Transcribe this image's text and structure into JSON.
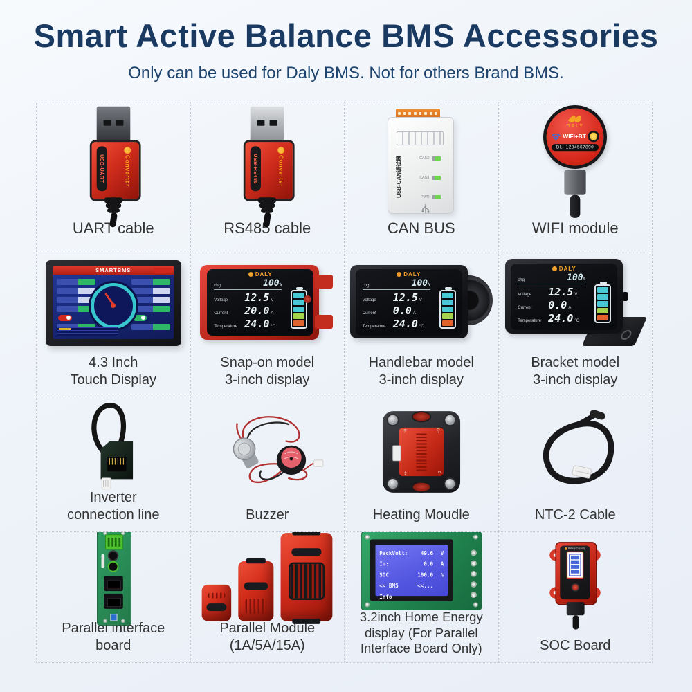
{
  "page": {
    "title": "Smart Active Balance BMS Accessories",
    "subtitle": "Only can be used for Daly BMS. Not for others Brand BMS."
  },
  "colors": {
    "title_navy": "#1a3a62",
    "daly_red": "#d32619",
    "accent_orange": "#f2a12c",
    "led_green": "#6fd44e",
    "lcd_blue": "#5356e0",
    "gauge_teal": "#37c6cd"
  },
  "items": [
    {
      "caption": [
        "UART cable"
      ]
    },
    {
      "caption": [
        "RS485 cable"
      ]
    },
    {
      "caption": [
        "CAN BUS"
      ]
    },
    {
      "caption": [
        "WIFI module"
      ]
    },
    {
      "caption": [
        "4.3 Inch",
        "Touch Display"
      ]
    },
    {
      "caption": [
        "Snap-on model",
        "3-inch display"
      ]
    },
    {
      "caption": [
        "Handlebar model",
        "3-inch display"
      ]
    },
    {
      "caption": [
        "Bracket model",
        "3-inch display"
      ]
    },
    {
      "caption": [
        "Inverter",
        "connection line"
      ]
    },
    {
      "caption": [
        "Buzzer"
      ]
    },
    {
      "caption": [
        "Heating Moudle"
      ]
    },
    {
      "caption": [
        "NTC-2 Cable"
      ]
    },
    {
      "caption": [
        "Parallel interface",
        "board"
      ]
    },
    {
      "caption": [
        "Parallel Module",
        "(1A/5A/15A)"
      ]
    },
    {
      "caption": [
        "3.2inch Home Energy",
        "display (For Parallel",
        "Interface Board Only)"
      ]
    },
    {
      "caption": [
        "SOC Board"
      ]
    }
  ],
  "devices": {
    "uart": {
      "converter": "Converter",
      "model": "USB-UART"
    },
    "rs485": {
      "converter": "Converter",
      "model": "USB-RS485"
    },
    "canbus": {
      "name": "USB-CAN调试器",
      "led1": "CAN2",
      "led2": "CAN1",
      "led3": "PWR"
    },
    "wifi": {
      "brand": "DALY",
      "feature": "WIFI+BT",
      "serial": "DL- 1234567890"
    },
    "touch": {
      "header": "SMARTBMS"
    },
    "meter": {
      "brand": "DALY",
      "status": "chg",
      "soc": "100",
      "soc_unit": "%",
      "rows": [
        {
          "label": "Voltage",
          "unit": "V"
        },
        {
          "label": "Current",
          "unit": "A"
        },
        {
          "label": "Temperature",
          "unit": "°C"
        }
      ],
      "voltage": "12.5",
      "current_snap": "20.0",
      "current_idle": "0.0",
      "temp": "24.0"
    },
    "heating": {
      "tl": "H-",
      "tr": "C+",
      "bl": "H+",
      "br": "C-"
    },
    "energy": {
      "rows": [
        [
          "PackVolt:",
          "49.6",
          "V"
        ],
        [
          "Im:",
          "0.0",
          "A"
        ],
        [
          "SOC",
          "100.0",
          "%"
        ],
        [
          "<< BMS Info",
          "<<...",
          ""
        ]
      ]
    },
    "soc": {
      "header": "Battery Capacity"
    }
  }
}
